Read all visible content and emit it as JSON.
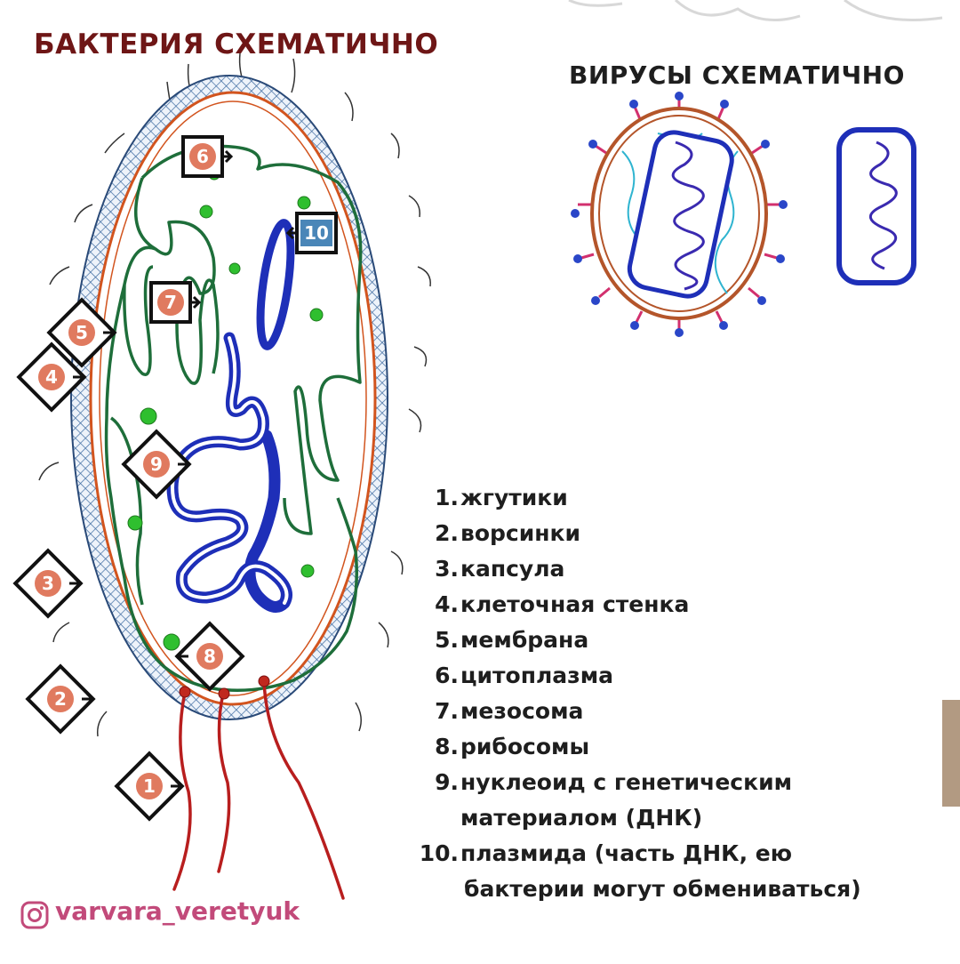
{
  "titles": {
    "bacteria": "БАКТЕРИЯ СХЕМАТИЧНО",
    "viruses": "ВИРУСЫ СХЕМАТИЧНО"
  },
  "markers": [
    "1",
    "2",
    "3",
    "4",
    "5",
    "6",
    "7",
    "8",
    "9",
    "10"
  ],
  "legend": [
    {
      "num": "1.",
      "text": "жгутики"
    },
    {
      "num": "2.",
      "text": "ворсинки"
    },
    {
      "num": "3.",
      "text": "капсула"
    },
    {
      "num": "4.",
      "text": "клеточная стенка"
    },
    {
      "num": "5.",
      "text": "мембрана"
    },
    {
      "num": "6.",
      "text": "цитоплазма"
    },
    {
      "num": "7.",
      "text": "мезосома"
    },
    {
      "num": "8.",
      "text": "рибосомы"
    },
    {
      "num": "9.",
      "text": "нуклеоид с генетическим",
      "cont": "материалом (ДНК)"
    },
    {
      "num": "10.",
      "text": "плазмида (часть ДНК, ею",
      "cont": "бактерии могут обмениваться)"
    }
  ],
  "signature": {
    "handle": "varvara_veretyuk",
    "icon": "instagram-icon"
  },
  "colors": {
    "title_bacteria": "#6e1616",
    "capsule": "#3c6aa0",
    "wall": "#d2541e",
    "mesosome": "#1e6e3a",
    "nucleoid": "#1e2fb8",
    "ribosome": "#2fbf2f",
    "flagella": "#b81e1e",
    "marker_fill": "#e07a5f",
    "virus_envelope": "#b4552a",
    "virus_spike": "#2a46c8",
    "virus_rna": "#3a2ab0",
    "virus_inner": "#2fb4d0",
    "side_tab": "#b29a82",
    "signature": "#c24a7a"
  }
}
